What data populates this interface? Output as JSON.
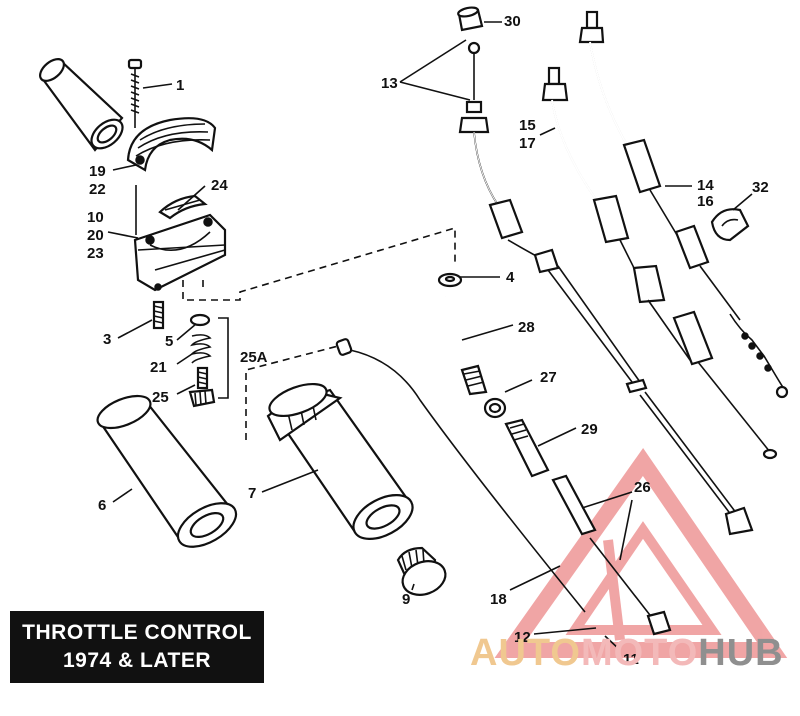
{
  "title": {
    "line1": "THROTTLE CONTROL",
    "line2": "1974 & LATER"
  },
  "watermark": {
    "part1": "AUTO",
    "part2": "MOTO",
    "part3": "HUB",
    "colors": {
      "triangle": "#e03a3a",
      "auto": "#f0c890",
      "moto": "#f3b9b9",
      "hub": "#8f8f8f"
    }
  },
  "callouts": [
    "1",
    "3",
    "4",
    "5",
    "6",
    "7",
    "9",
    "10",
    "11",
    "12",
    "13",
    "14",
    "15",
    "16",
    "17",
    "18",
    "19",
    "20",
    "21",
    "22",
    "23",
    "24",
    "25",
    "25A",
    "26",
    "27",
    "28",
    "29",
    "30",
    "32"
  ]
}
